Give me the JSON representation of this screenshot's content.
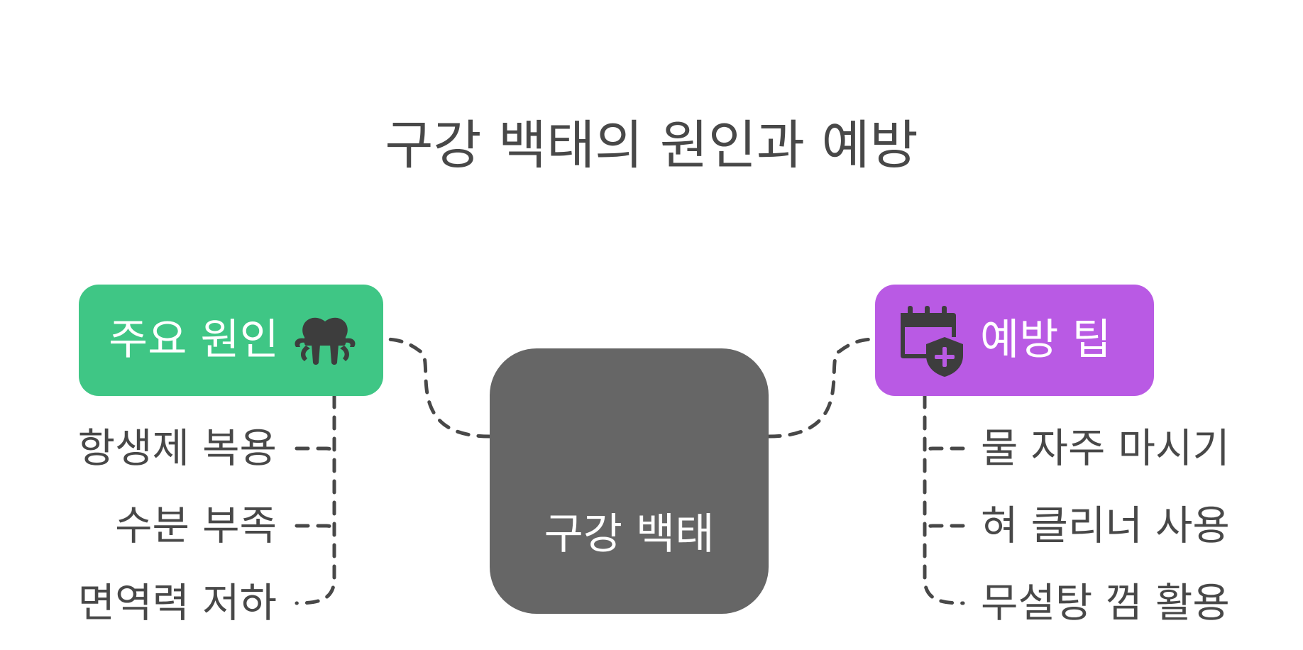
{
  "title": "구강 백태의 원인과 예방",
  "center": {
    "label": "구강 백태",
    "color": "#666666"
  },
  "left_branch": {
    "label": "주요 원인",
    "color": "#3fc685",
    "icon": "tooth-monster-icon",
    "items": [
      "항생제 복용",
      "수분 부족",
      "면역력 저하"
    ]
  },
  "right_branch": {
    "label": "예방 팁",
    "color": "#b95ae4",
    "icon": "calendar-shield-icon",
    "items": [
      "물 자주 마시기",
      "혀 클리너 사용",
      "무설탕 껌 활용"
    ]
  }
}
